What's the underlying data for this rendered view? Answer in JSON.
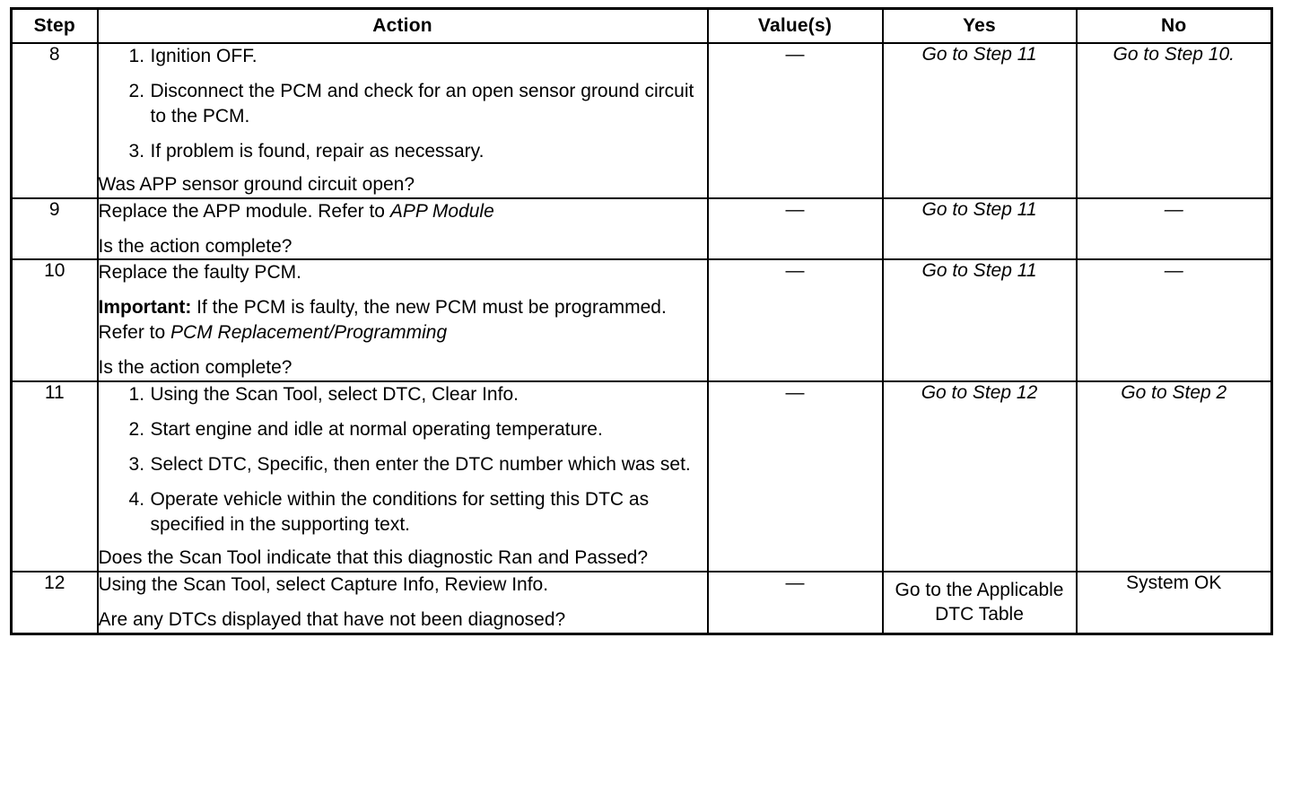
{
  "table": {
    "columns": [
      {
        "key": "step",
        "label": "Step"
      },
      {
        "key": "action",
        "label": "Action"
      },
      {
        "key": "value",
        "label": "Value(s)"
      },
      {
        "key": "yes",
        "label": "Yes"
      },
      {
        "key": "no",
        "label": "No"
      }
    ],
    "rows": [
      {
        "step": "8",
        "substeps": [
          "Ignition OFF.",
          "Disconnect the PCM and check for an open sensor ground circuit to the PCM.",
          "If problem is found, repair as necessary."
        ],
        "question": "Was APP sensor ground circuit open?",
        "value": "—",
        "yes": "Go to Step 11",
        "no": "Go to Step 10."
      },
      {
        "step": "9",
        "line1_prefix": "Replace the APP module. Refer to ",
        "line1_italic": "APP Module",
        "question": "Is the action complete?",
        "value": "—",
        "yes": "Go to Step 11",
        "no": "—"
      },
      {
        "step": "10",
        "line1": "Replace the faulty PCM.",
        "important_label": "Important:",
        "important_text": " If the PCM is faulty, the new PCM must be programmed. Refer to ",
        "important_italic": "PCM Replacement/Programming",
        "question": "Is the action complete?",
        "value": "—",
        "yes": "Go to Step 11",
        "no": "—"
      },
      {
        "step": "11",
        "substeps": [
          "Using the Scan Tool, select DTC, Clear Info.",
          "Start engine and idle at normal operating temperature.",
          "Select DTC, Specific, then enter the DTC number which was set.",
          "Operate vehicle within the conditions for setting this DTC as specified in the supporting text."
        ],
        "question": "Does the Scan Tool indicate that this diagnostic Ran and Passed?",
        "value": "—",
        "yes": "Go to Step 12",
        "no": "Go to Step 2"
      },
      {
        "step": "12",
        "line1": "Using the Scan Tool, select Capture Info, Review Info.",
        "question": "Are any DTCs displayed that have not been diagnosed?",
        "value": "—",
        "yes": "Go to the Applicable DTC Table",
        "no": "System OK"
      }
    ]
  }
}
